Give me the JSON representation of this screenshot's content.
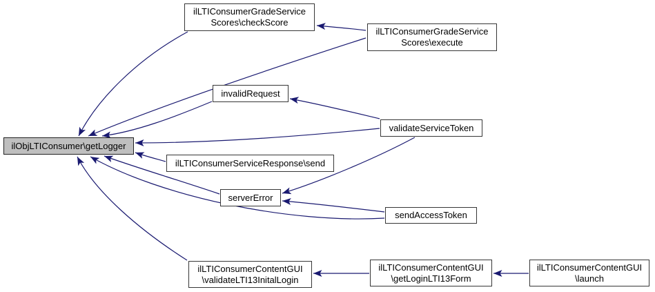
{
  "diagram": {
    "kind": "caller-graph",
    "colors": {
      "edge": "#191970",
      "node_fill": "#ffffff",
      "node_border": "#353535",
      "highlight_fill": "#bfbfbf",
      "text": "#000000",
      "background": "#ffffff"
    }
  },
  "nodes": {
    "getLogger": {
      "line1": "ilObjLTIConsumer\\getLogger",
      "highlighted": true
    },
    "checkScore": {
      "line1": "ilLTIConsumerGradeService",
      "line2": "Scores\\checkScore"
    },
    "execute": {
      "line1": "ilLTIConsumerGradeService",
      "line2": "Scores\\execute"
    },
    "invalidRequest": {
      "line1": "invalidRequest"
    },
    "validateServiceToken": {
      "line1": "validateServiceToken"
    },
    "send": {
      "line1": "ilLTIConsumerServiceResponse\\send"
    },
    "serverError": {
      "line1": "serverError"
    },
    "sendAccessToken": {
      "line1": "sendAccessToken"
    },
    "validateLTI13InitalLogin": {
      "line1": "ilLTIConsumerContentGUI",
      "line2": "\\validateLTI13InitalLogin"
    },
    "getLoginLTI13Form": {
      "line1": "ilLTIConsumerContentGUI",
      "line2": "\\getLoginLTI13Form"
    },
    "launch": {
      "line1": "ilLTIConsumerContentGUI",
      "line2": "\\launch"
    }
  },
  "edges": [
    {
      "from": "checkScore",
      "to": "getLogger"
    },
    {
      "from": "execute",
      "to": "getLogger"
    },
    {
      "from": "execute",
      "to": "checkScore"
    },
    {
      "from": "invalidRequest",
      "to": "getLogger"
    },
    {
      "from": "validateServiceToken",
      "to": "getLogger"
    },
    {
      "from": "validateServiceToken",
      "to": "invalidRequest"
    },
    {
      "from": "validateServiceToken",
      "to": "serverError"
    },
    {
      "from": "send",
      "to": "getLogger"
    },
    {
      "from": "serverError",
      "to": "getLogger"
    },
    {
      "from": "sendAccessToken",
      "to": "getLogger"
    },
    {
      "from": "sendAccessToken",
      "to": "serverError"
    },
    {
      "from": "validateLTI13InitalLogin",
      "to": "getLogger"
    },
    {
      "from": "getLoginLTI13Form",
      "to": "validateLTI13InitalLogin"
    },
    {
      "from": "launch",
      "to": "getLoginLTI13Form"
    }
  ]
}
